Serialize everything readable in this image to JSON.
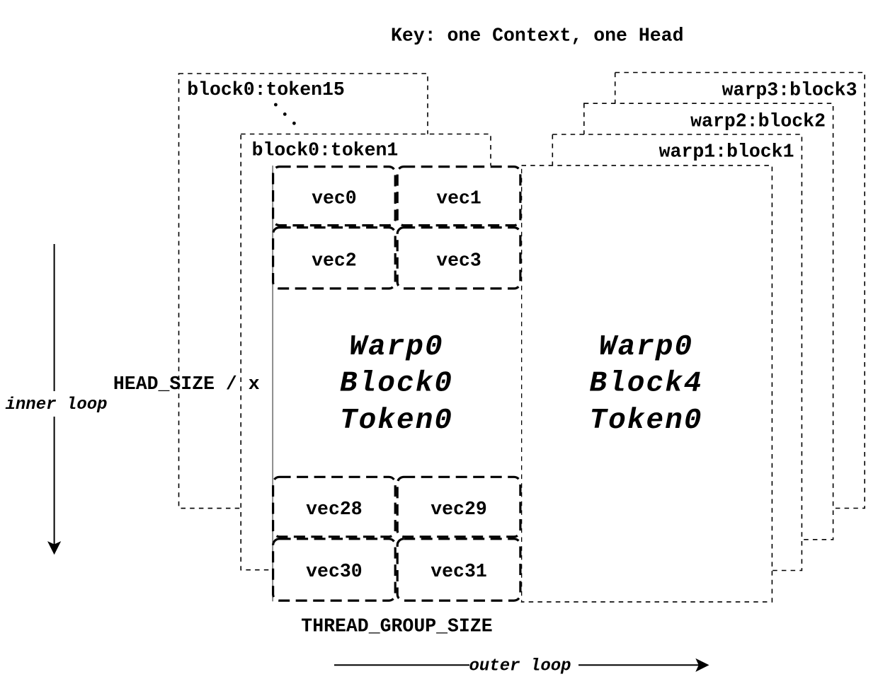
{
  "colors": {
    "ink": "#000000",
    "background": "#ffffff"
  },
  "title": "Key: one Context, one Head",
  "left_stack": {
    "outer_label": "block0:token15",
    "inner_label": "block0:token1",
    "ellipsis": "diagonal-dots"
  },
  "right_stack": {
    "labels": [
      "warp3:block3",
      "warp2:block2",
      "warp1:block1"
    ]
  },
  "center_block": {
    "vecs_top": [
      "vec0",
      "vec1",
      "vec2",
      "vec3"
    ],
    "vecs_bottom": [
      "vec28",
      "vec29",
      "vec30",
      "vec31"
    ],
    "lines": [
      "Warp0",
      "Block0",
      "Token0"
    ]
  },
  "right_block": {
    "lines": [
      "Warp0",
      "Block4",
      "Token0"
    ]
  },
  "annotations": {
    "head_size": "HEAD_SIZE / x",
    "thread_group": "THREAD_GROUP_SIZE",
    "inner_loop": "inner loop",
    "outer_loop": "outer loop"
  }
}
